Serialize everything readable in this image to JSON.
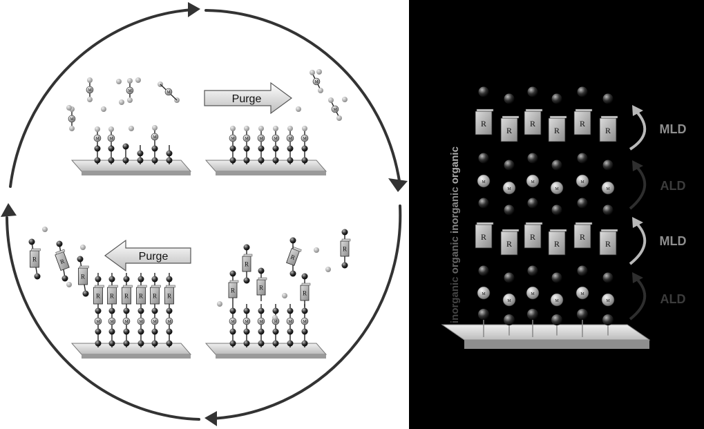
{
  "cycle": {
    "top_arrow_label": "Purge",
    "bottom_arrow_label": "Purge",
    "molecule_label_metal": "M",
    "molecule_label_organic": "R"
  },
  "stack": {
    "vertical_label": [
      "inorganic",
      "organic",
      "inorganic",
      "organic"
    ],
    "side_labels": [
      "MLD",
      "ALD",
      "MLD",
      "ALD"
    ],
    "molecule_label_metal": "M",
    "molecule_label_organic": "R"
  },
  "colors": {
    "panel_dark": "#000000",
    "panel_light": "#ffffff",
    "cycle_arrow": "#333333",
    "substrate": "#d9d9d9"
  }
}
